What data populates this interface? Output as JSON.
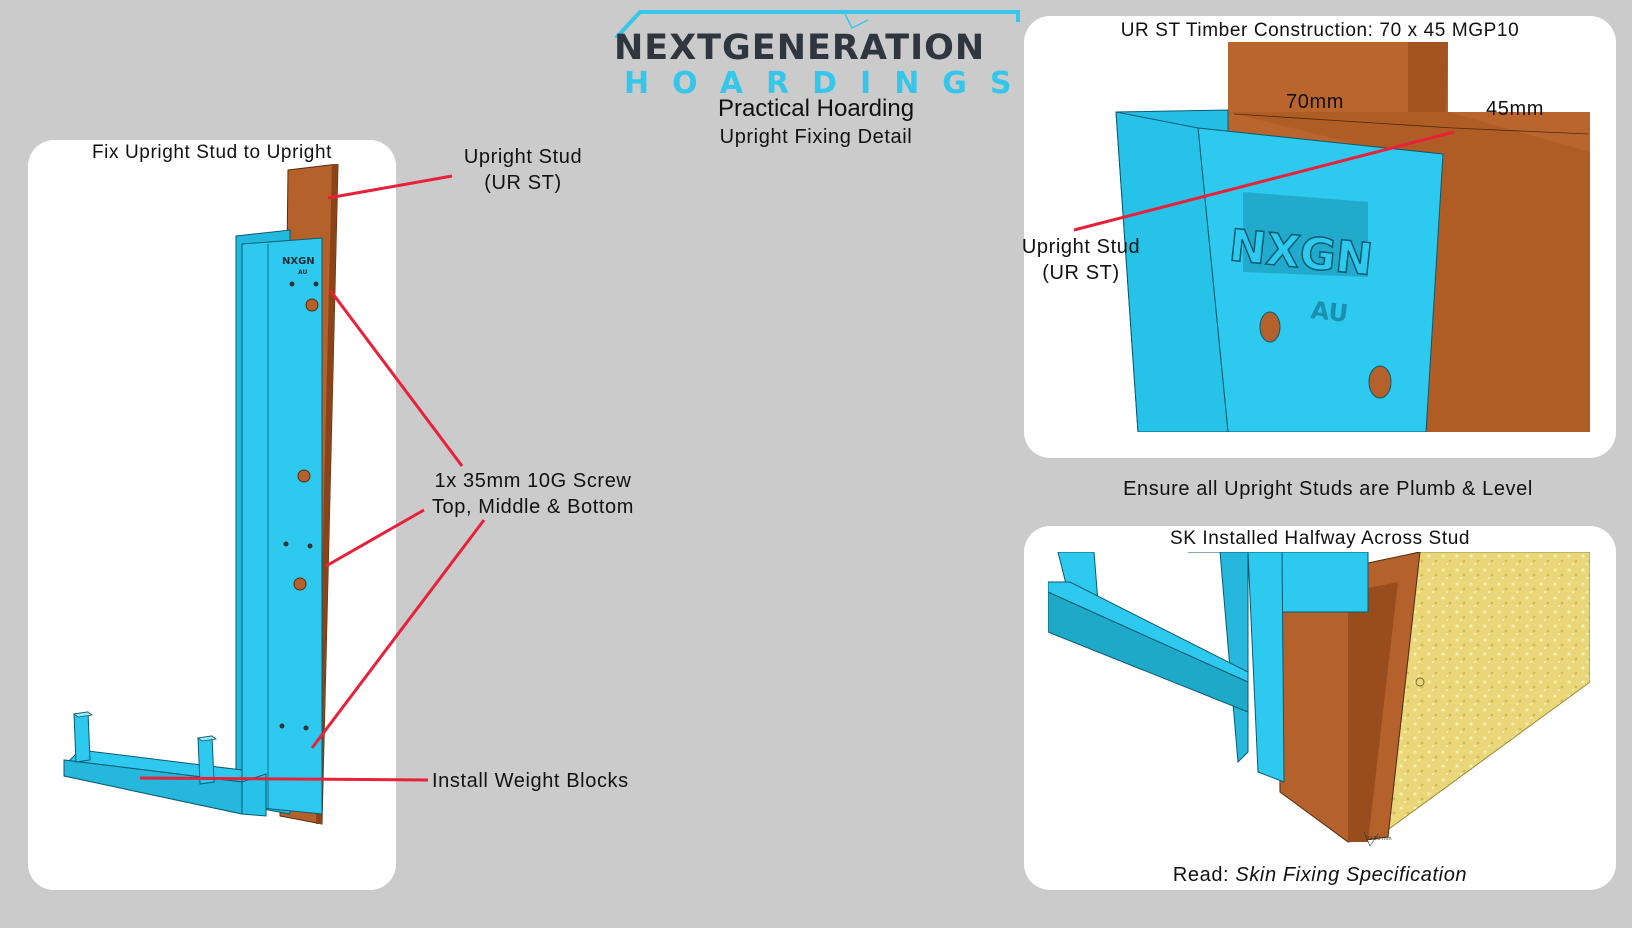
{
  "logo": {
    "line1": "NEXTGENERATION",
    "line2": "HOARDINGS"
  },
  "header": {
    "title": "Practical Hoarding",
    "subtitle": "Upright Fixing Detail"
  },
  "panels": {
    "left": {
      "title": "Fix Upright Stud to Upright"
    },
    "top_right": {
      "title": "UR ST Timber Construction: 70 x 45 MGP10"
    },
    "bottom_right": {
      "title": "SK Installed Halfway Across Stud"
    }
  },
  "labels": {
    "upright_stud_left": {
      "line1": "Upright Stud",
      "line2": "(UR ST)"
    },
    "screw": {
      "line1": "1x 35mm 10G Screw",
      "line2": "Top, Middle & Bottom"
    },
    "weight_blocks": "Install Weight Blocks",
    "dim_70": "70mm",
    "dim_45": "45mm",
    "upright_stud_right": {
      "line1": "Upright Stud",
      "line2": "(UR ST)"
    },
    "bracket_mark_top": "NXGN",
    "bracket_mark_bottom": "AU",
    "plumb": "Ensure all Upright Studs are Plumb & Level",
    "read_prefix": "Read:",
    "read_doc": "Skin Fixing Specification",
    "tiny_dim": "22.50 mm"
  },
  "colors": {
    "background": "#cbcbcb",
    "bracket": "#2ec9ee",
    "bracket_dark": "#1fa9c9",
    "timber": "#b5612c",
    "timber_dark": "#8a4418",
    "leader": "#e8203a",
    "logo_dark": "#2f3640",
    "logo_cyan": "#36c6ea"
  }
}
